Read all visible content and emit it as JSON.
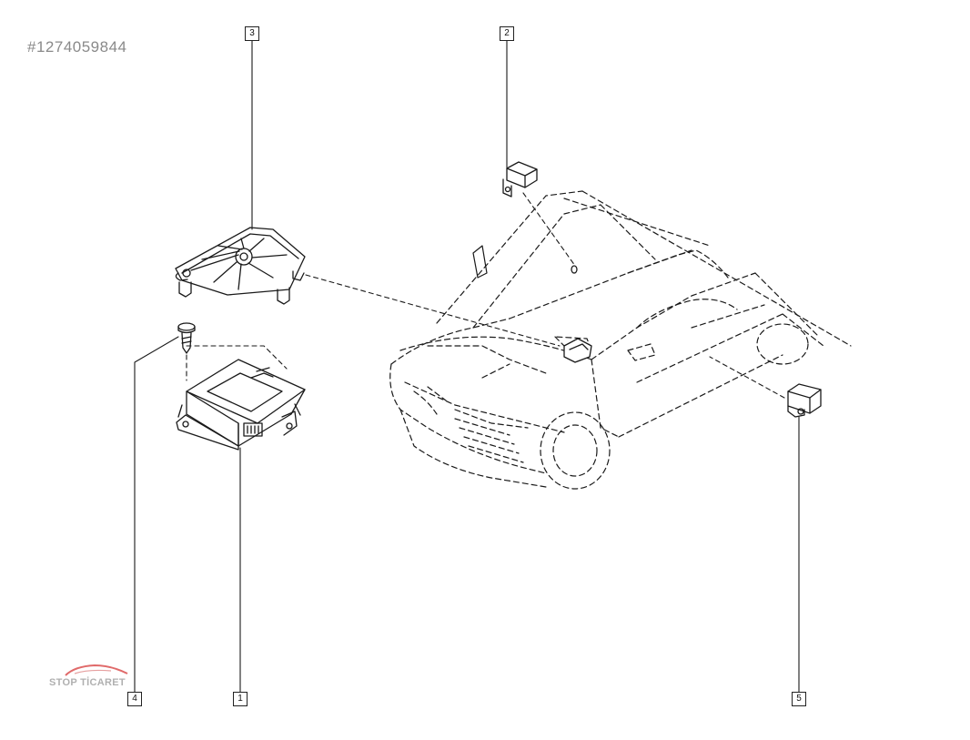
{
  "reference_id": "#1274059844",
  "callouts": [
    {
      "label": "1"
    },
    {
      "label": "2"
    },
    {
      "label": "3"
    },
    {
      "label": "4"
    },
    {
      "label": "5"
    }
  ],
  "watermark": {
    "text": "STOP TİCARET"
  },
  "colors": {
    "line": "#1a1a1a",
    "watermark": "#c8c8c8",
    "logo_accent": "#e06a6a"
  }
}
